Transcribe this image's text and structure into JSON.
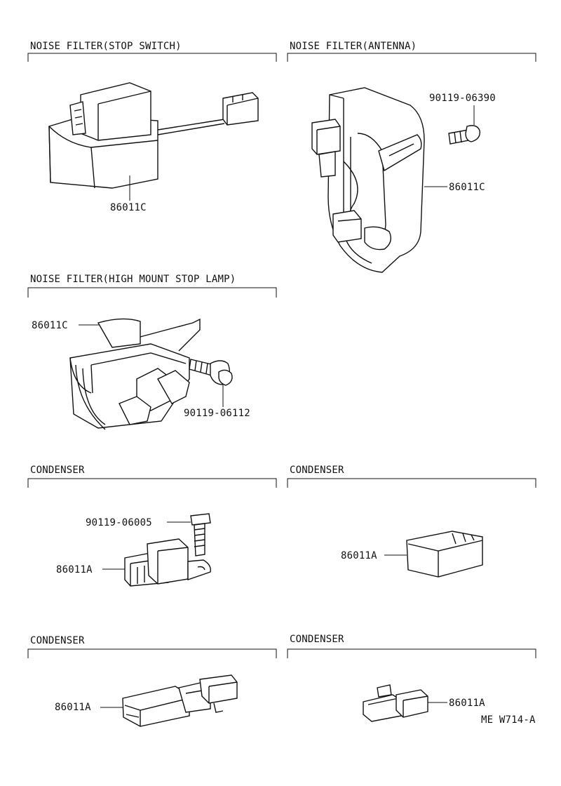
{
  "sections": [
    {
      "title": "NOISE FILTER(STOP SWITCH)",
      "parts": [
        "86011C"
      ]
    },
    {
      "title": "NOISE FILTER(ANTENNA)",
      "parts": [
        "90119-06390",
        "86011C"
      ]
    },
    {
      "title": "NOISE FILTER(HIGH MOUNT STOP LAMP)",
      "parts": [
        "86011C",
        "90119-06112"
      ]
    },
    {
      "title": "CONDENSER",
      "parts": [
        "90119-06005",
        "86011A"
      ]
    },
    {
      "title": "CONDENSER",
      "parts": [
        "86011A"
      ]
    },
    {
      "title": "CONDENSER",
      "parts": [
        "86011A"
      ]
    },
    {
      "title": "CONDENSER",
      "parts": [
        "86011A"
      ]
    }
  ],
  "figure_code": "ME W714-A"
}
